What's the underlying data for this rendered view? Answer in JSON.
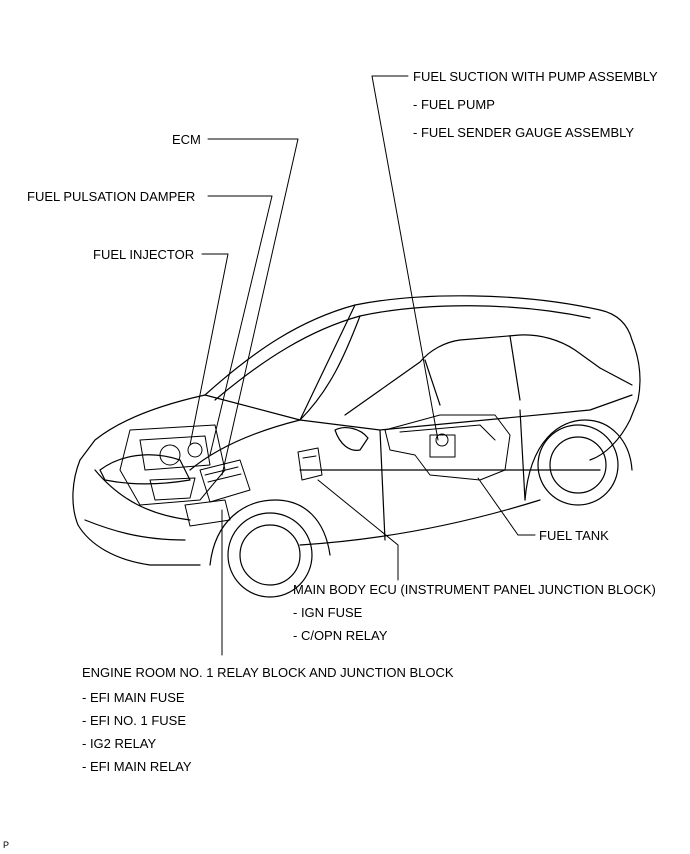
{
  "labels": {
    "fuel_suction": "FUEL SUCTION WITH PUMP ASSEMBLY",
    "fuel_pump": "- FUEL PUMP",
    "fuel_sender": "- FUEL SENDER GAUGE ASSEMBLY",
    "ecm": "ECM",
    "pulsation_damper": "FUEL PULSATION DAMPER",
    "fuel_injector": "FUEL INJECTOR",
    "fuel_tank": "FUEL TANK",
    "main_body_ecu": "MAIN BODY ECU (INSTRUMENT PANEL JUNCTION BLOCK)",
    "ign_fuse": "- IGN FUSE",
    "copn_relay": "- C/OPN RELAY",
    "engine_room": "ENGINE ROOM NO. 1 RELAY BLOCK AND JUNCTION BLOCK",
    "efi_main_fuse": "- EFI MAIN FUSE",
    "efi_no1_fuse": "- EFI NO. 1 FUSE",
    "ig2_relay": "- IG2 RELAY",
    "efi_main_relay": "- EFI MAIN RELAY"
  },
  "corner_mark": "P"
}
